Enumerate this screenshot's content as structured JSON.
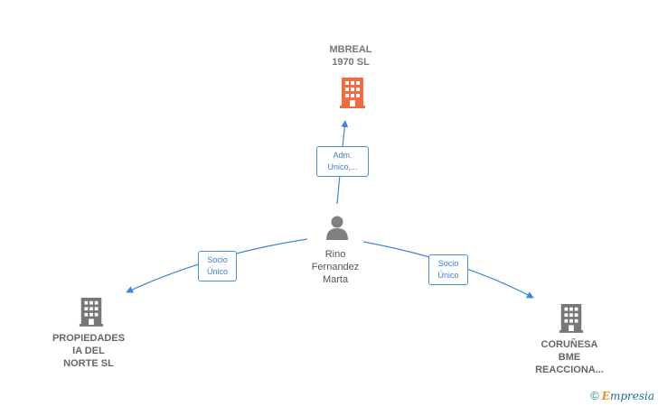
{
  "nodes": {
    "mbreal": {
      "lines": [
        "MBREAL",
        "1970  SL"
      ],
      "color": "#f26a3f"
    },
    "propiedades": {
      "lines": [
        "PROPIEDADES",
        "IA DEL",
        "NORTE  SL"
      ],
      "color": "#777777"
    },
    "corunesa": {
      "lines": [
        "CORUÑESA",
        "BME",
        "REACCIONA..."
      ],
      "color": "#777777"
    },
    "person": {
      "lines": [
        "Rino",
        "Fernandez",
        "Marta"
      ],
      "color": "#808080"
    }
  },
  "edges": {
    "to_mbreal": {
      "lines": [
        "Adm.",
        "Unico,..."
      ]
    },
    "to_propiedades": {
      "lines": [
        "Socio",
        "Único"
      ]
    },
    "to_corunesa": {
      "lines": [
        "Socio",
        "Único"
      ]
    }
  },
  "colors": {
    "edge": "#3d86d8",
    "company": "#777777",
    "highlight": "#f26a3f"
  },
  "brand": {
    "copyright": "©",
    "initial": "E",
    "rest": "mpresia"
  }
}
